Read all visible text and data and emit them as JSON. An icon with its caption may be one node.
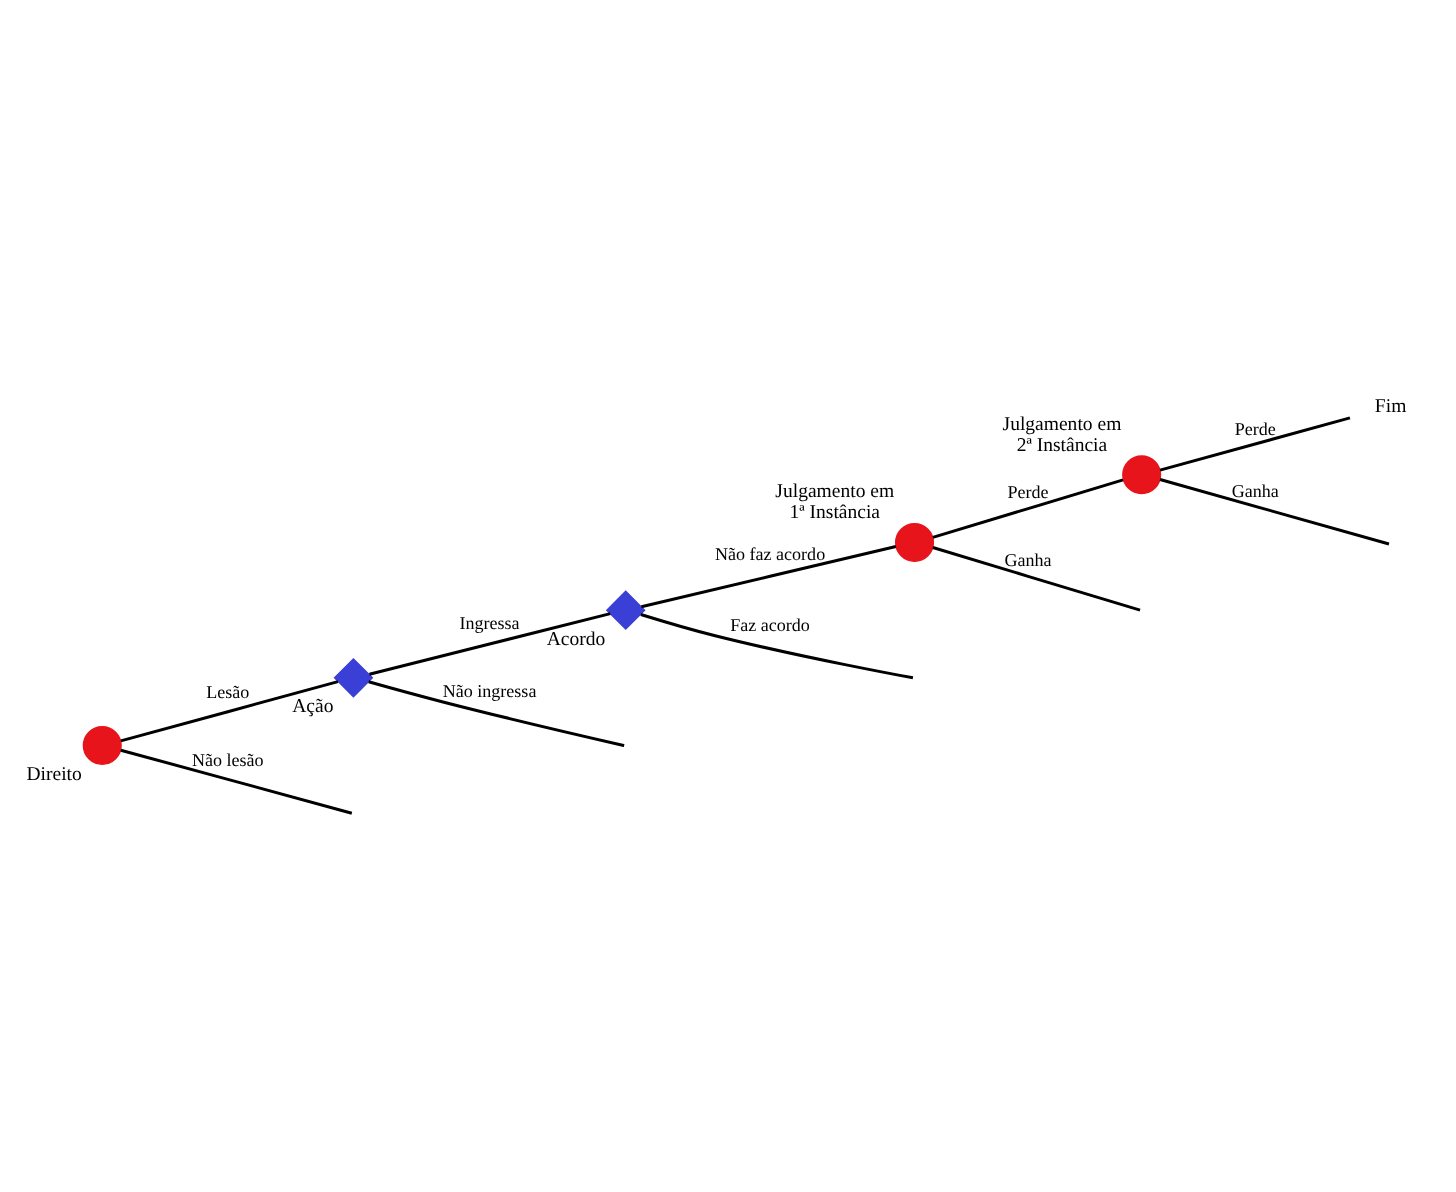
{
  "diagram": {
    "nodes": [
      {
        "text": [
          "Direito"
        ]
      },
      {
        "text": [
          "Ação"
        ]
      },
      {
        "text": [
          "Acordo"
        ]
      },
      {
        "text": [
          "Julgamento em 1ª Instância"
        ]
      },
      {
        "text": [
          "Julgamento em 2ª Instância"
        ]
      },
      {
        "text": [
          "Fim"
        ]
      }
    ],
    "edges": [
      {
        "from": 0,
        "to": 1,
        "arrow": "none",
        "label": "Lesão"
      },
      {
        "from": 0,
        "to": null,
        "arrow": "none",
        "label": "Não lesão"
      },
      {
        "from": 1,
        "to": 2,
        "arrow": "none",
        "label": "Ingressa"
      },
      {
        "from": 1,
        "to": null,
        "arrow": "none",
        "label": "Não ingressa"
      },
      {
        "from": 2,
        "to": 3,
        "arrow": "none",
        "label": "Não faz acordo"
      },
      {
        "from": 2,
        "to": null,
        "arrow": "none",
        "label": "Faz acordo"
      },
      {
        "from": 3,
        "to": 4,
        "arrow": "none",
        "label": "Perde"
      },
      {
        "from": 3,
        "to": null,
        "arrow": "none",
        "label": "Ganha"
      },
      {
        "from": 4,
        "to": 5,
        "arrow": "none",
        "label": "Perde"
      },
      {
        "from": 4,
        "to": null,
        "arrow": "none",
        "label": "Ganha"
      }
    ]
  }
}
